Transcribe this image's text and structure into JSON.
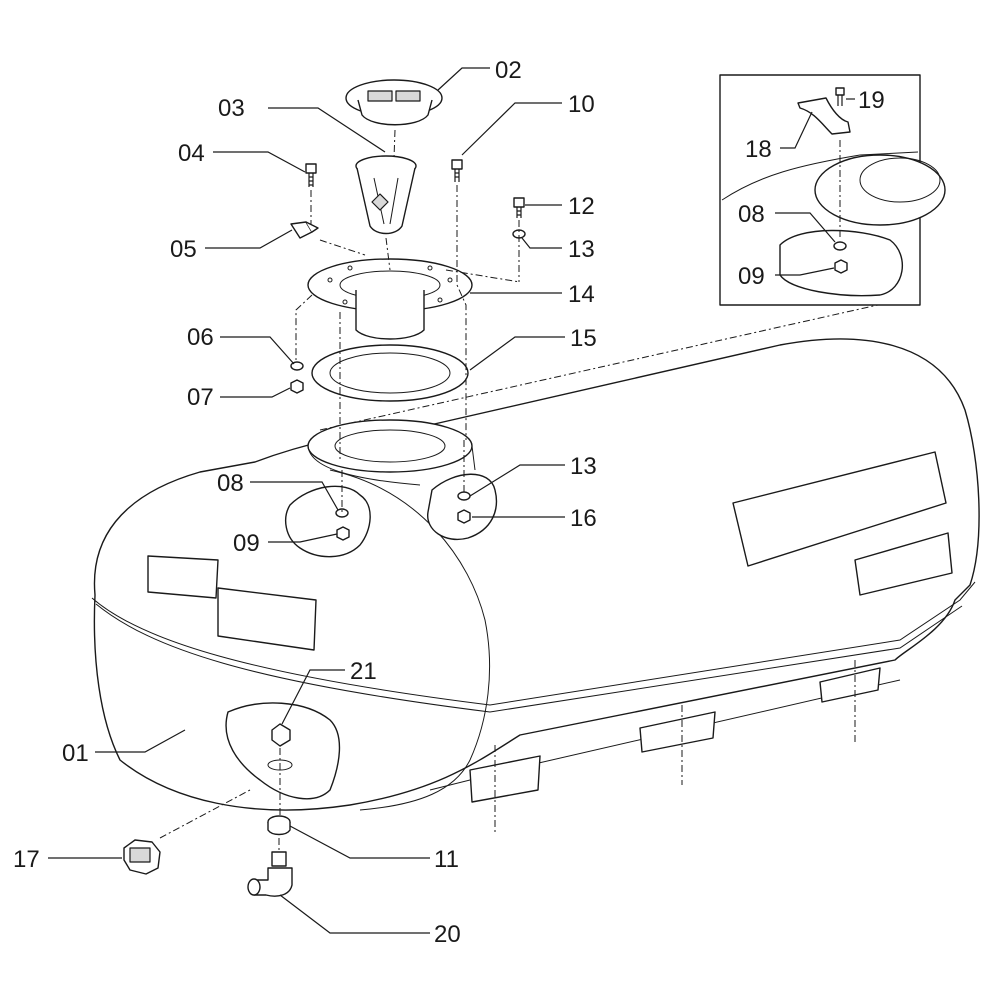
{
  "callouts": {
    "c01": "01",
    "c02": "02",
    "c03": "03",
    "c04": "04",
    "c05": "05",
    "c06": "06",
    "c07": "07",
    "c08": "08",
    "c09": "09",
    "c10": "10",
    "c11": "11",
    "c12": "12",
    "c13": "13",
    "c13b": "13",
    "c14": "14",
    "c15": "15",
    "c16": "16",
    "c17": "17",
    "c18": "18",
    "c19": "19",
    "c20": "20",
    "c21": "21",
    "c08b": "08",
    "c09b": "09"
  }
}
